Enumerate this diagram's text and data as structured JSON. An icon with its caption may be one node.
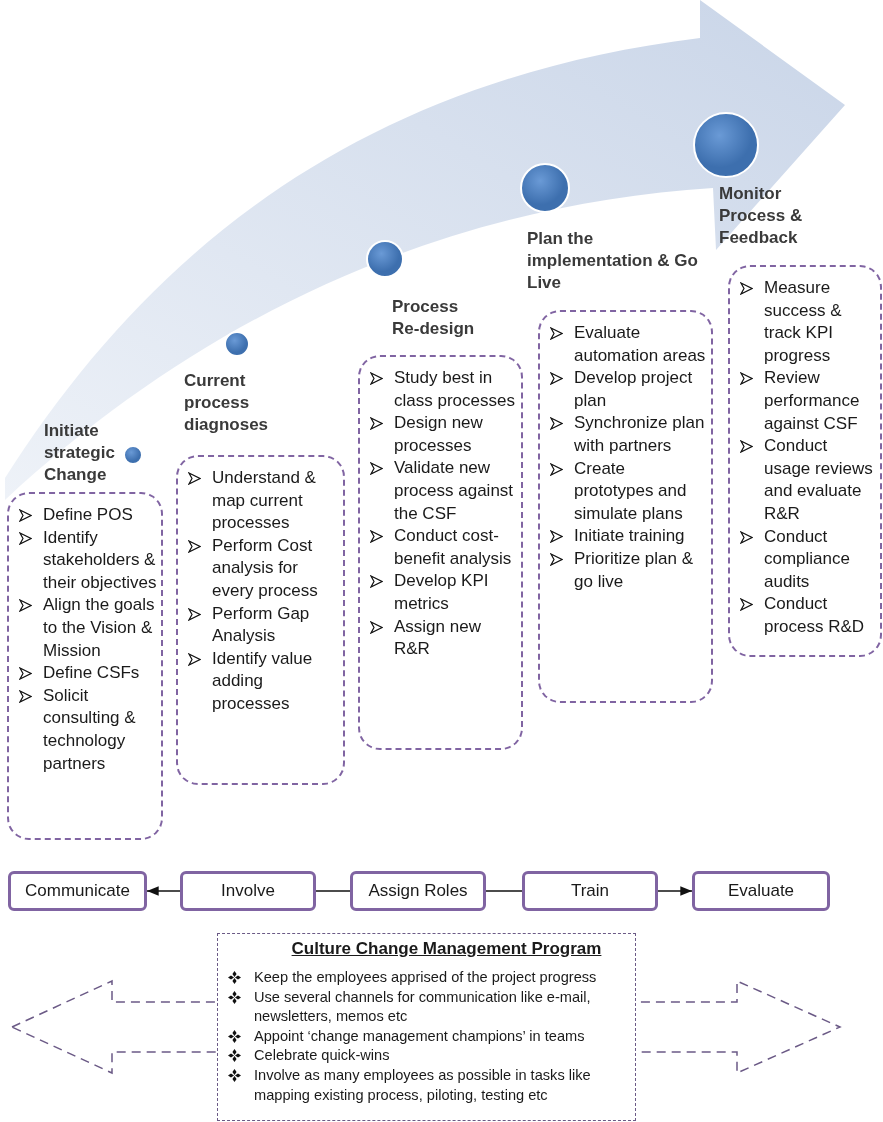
{
  "diagram": {
    "nodes": [
      {
        "text": [
          "Initiate strategic Change",
          "Define POS",
          "Identify stakeholders & their objectives",
          "Align the goals to the Vision & Mission",
          "Define CSFs",
          "Solicit consulting & technology partners"
        ]
      },
      {
        "text": [
          "Current process diagnoses",
          "Understand & map current processes",
          "Perform Cost analysis for every process",
          "Perform Gap Analysis",
          "Identify value adding processes"
        ]
      },
      {
        "text": [
          "Process Re-design",
          "Study best in class processes",
          "Design new processes",
          "Validate new process against the CSF",
          "Conduct cost-benefit analysis",
          "Develop KPI metrics",
          "Assign new R&R"
        ]
      },
      {
        "text": [
          "Plan the implementation & Go Live",
          "Evaluate automation areas",
          "Develop project plan",
          "Synchronize plan with partners",
          "Create prototypes and simulate plans",
          "Initiate training",
          "Prioritize plan & go live"
        ]
      },
      {
        "text": [
          "Monitor Process & Feedback",
          "Measure success & track KPI progress",
          "Review performance against CSF",
          "Conduct usage reviews and evaluate R&R",
          "Conduct compliance audits",
          "Conduct process R&D"
        ]
      },
      {
        "text": [
          "Communicate"
        ]
      },
      {
        "text": [
          "Involve"
        ]
      },
      {
        "text": [
          "Assign Roles"
        ]
      },
      {
        "text": [
          "Train"
        ]
      },
      {
        "text": [
          "Evaluate"
        ]
      },
      {
        "text": [
          "Culture Change Management Program",
          "Keep the employees apprised of the project progress",
          "Use several channels for communication like e-mail, newsletters, memos etc",
          "Appoint ‘change management champions’ in teams",
          "Celebrate quick-wins",
          "Involve as many employees as possible in tasks like mapping existing process, piloting, testing etc"
        ]
      }
    ],
    "edges": [
      {
        "from": 6,
        "to": 5,
        "arrow": "to"
      },
      {
        "from": 6,
        "to": 7,
        "arrow": "none"
      },
      {
        "from": 7,
        "to": 8,
        "arrow": "none"
      },
      {
        "from": 8,
        "to": 9,
        "arrow": "to"
      }
    ]
  }
}
